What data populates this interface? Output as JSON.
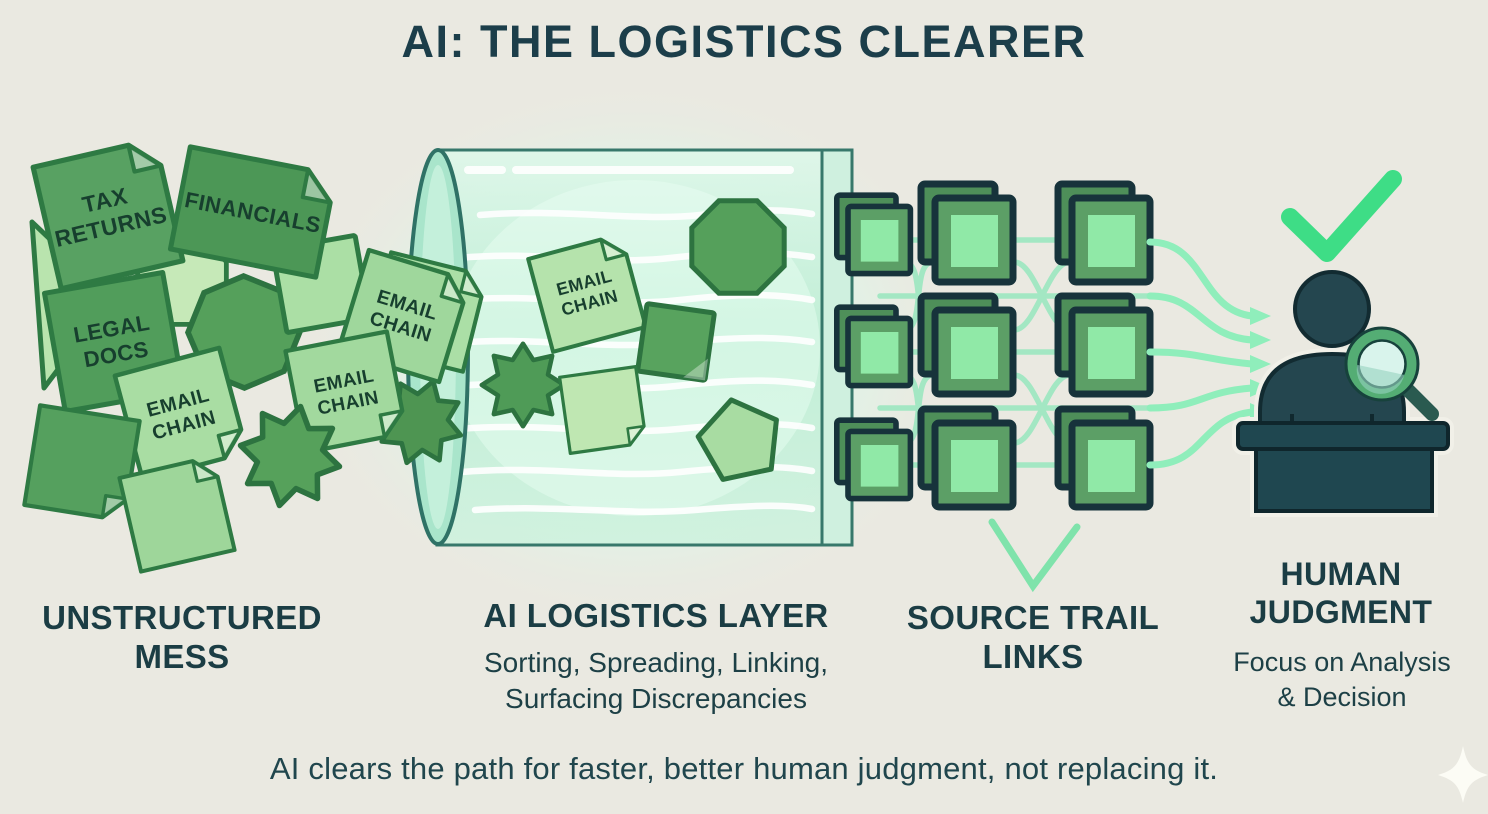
{
  "title": "AI: THE LOGISTICS CLEARER",
  "tagline": "AI clears the path for faster, better human judgment, not replacing it.",
  "colors": {
    "background": "#eae9e1",
    "heading_text": "#1b3d44",
    "doc_green_dark": "#4c9756",
    "doc_green_mid": "#58a162",
    "doc_green_light": "#a9dda3",
    "cylinder_mint": "#c4efd9",
    "link_line_green": "#a0e7c2",
    "square_inner_green": "#90e9a7",
    "check_green": "#3edd86",
    "figure_teal": "#24464f"
  },
  "sections": {
    "mess": {
      "label_line1": "UNSTRUCTURED",
      "label_line2": "MESS"
    },
    "ai_layer": {
      "label": "AI LOGISTICS LAYER",
      "sub_line1": "Sorting, Spreading, Linking,",
      "sub_line2": "Surfacing Discrepancies"
    },
    "trail": {
      "label_line1": "SOURCE TRAIL",
      "label_line2": "LINKS"
    },
    "human": {
      "label_line1": "HUMAN",
      "label_line2": "JUDGMENT",
      "sub_line1": "Focus on Analysis",
      "sub_line2": "& Decision"
    }
  },
  "docs": {
    "tax_line1": "TAX",
    "tax_line2": "RETURNS",
    "financials": "FINANCIALS",
    "legal_line1": "LEGAL",
    "legal_line2": "DOCS",
    "email_line1": "EMAIL",
    "email_line2": "CHAIN"
  },
  "icons": {
    "checkmark": "check-icon",
    "magnifier": "magnifier-icon",
    "down_chevron": "chevron-down-icon",
    "sparkle": "sparkle-icon"
  }
}
